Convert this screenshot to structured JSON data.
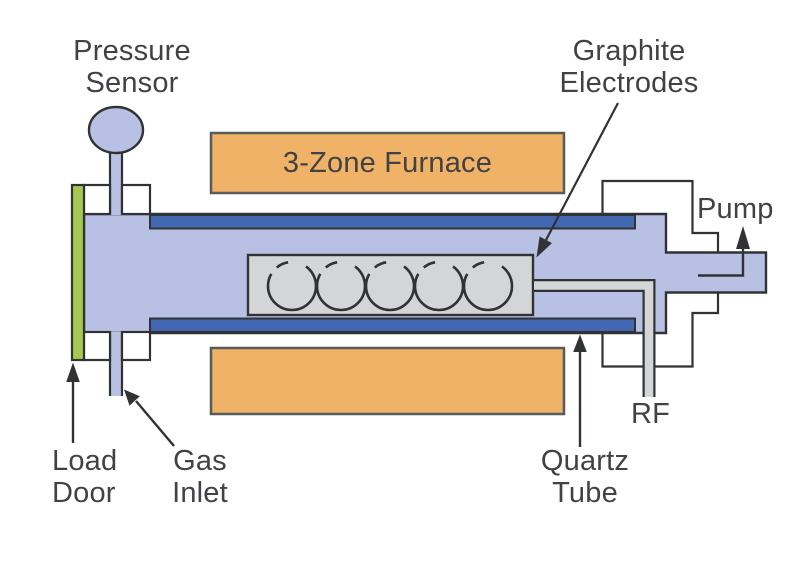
{
  "diagram": {
    "kind": "schematic",
    "subject": "Tube furnace reactor with graphite electrodes",
    "labels": {
      "pressure_sensor": "Pressure\nSensor",
      "furnace": "3-Zone Furnace",
      "graphite_electrodes": "Graphite\nElectrodes",
      "pump": "Pump",
      "rf": "RF",
      "quartz_tube": "Quartz\nTube",
      "load_door": "Load\nDoor",
      "gas_inlet": "Gas\nInlet"
    },
    "electrode_count": 5,
    "colors": {
      "chamber_fill": "#b8c0e3",
      "quartz_liner": "#4268b2",
      "load_door": "#a5c850",
      "furnace": "#f0b266",
      "electrode_block": "#d4d5d7",
      "rf_rod": "#d4d5d7",
      "flange": "#ffffff",
      "outline": "#303234",
      "furnace_border": "#595a5c",
      "text": "#404245",
      "background": "#ffffff"
    }
  }
}
